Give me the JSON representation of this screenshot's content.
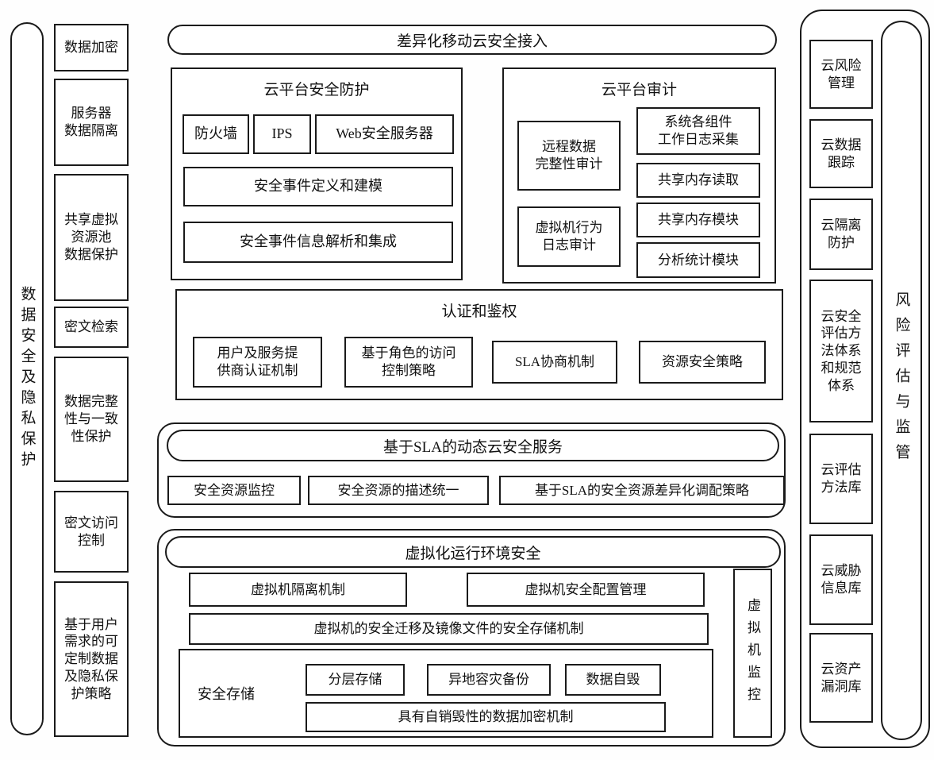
{
  "colors": {
    "border": "#1a1a1a",
    "background": "#ffffff"
  },
  "left_bar": {
    "label": "数据安全及隐私保护"
  },
  "left_column": {
    "items": [
      "数据加密",
      "服务器\n数据隔离",
      "共享虚拟\n资源池\n数据保护",
      "密文检索",
      "数据完整\n性与一致\n性保护",
      "密文访问\n控制",
      "基于用户\n需求的可\n定制数据\n及隐私保\n护策略"
    ]
  },
  "access_pill": {
    "label": "差异化移动云安全接入"
  },
  "platform_protection": {
    "title": "云平台安全防护",
    "boxes": [
      "防火墙",
      "IPS",
      "Web安全服务器",
      "安全事件定义和建模",
      "安全事件信息解析和集成"
    ]
  },
  "platform_audit": {
    "title": "云平台审计",
    "boxes": [
      "远程数据\n完整性审计",
      "系统各组件\n工作日志采集",
      "共享内存读取",
      "虚拟机行为\n日志审计",
      "共享内存模块",
      "分析统计模块"
    ]
  },
  "auth": {
    "title": "认证和鉴权",
    "boxes": [
      "用户及服务提\n供商认证机制",
      "基于角色的访问\n控制策略",
      "SLA协商机制",
      "资源安全策略"
    ]
  },
  "sla": {
    "title": "基于SLA的动态云安全服务",
    "boxes": [
      "安全资源监控",
      "安全资源的描述统一",
      "基于SLA的安全资源差异化调配策略"
    ]
  },
  "virtualization": {
    "title": "虚拟化运行环境安全",
    "boxes": [
      "虚拟机隔离机制",
      "虚拟机安全配置管理",
      "虚拟机的安全迁移及镜像文件的安全存储机制"
    ],
    "storage": {
      "label": "安全存储",
      "boxes": [
        "分层存储",
        "异地容灾备份",
        "数据自毁",
        "具有自销毁性的数据加密机制"
      ]
    },
    "vm_monitor": "虚拟机监控"
  },
  "right_column": {
    "items": [
      "云风险\n管理",
      "云数据\n跟踪",
      "云隔离\n防护",
      "云安全\n评估方\n法体系\n和规范\n体系",
      "云评估\n方法库",
      "云威胁\n信息库",
      "云资产\n漏洞库"
    ]
  },
  "right_bar": {
    "label": "风险评估与监管"
  }
}
